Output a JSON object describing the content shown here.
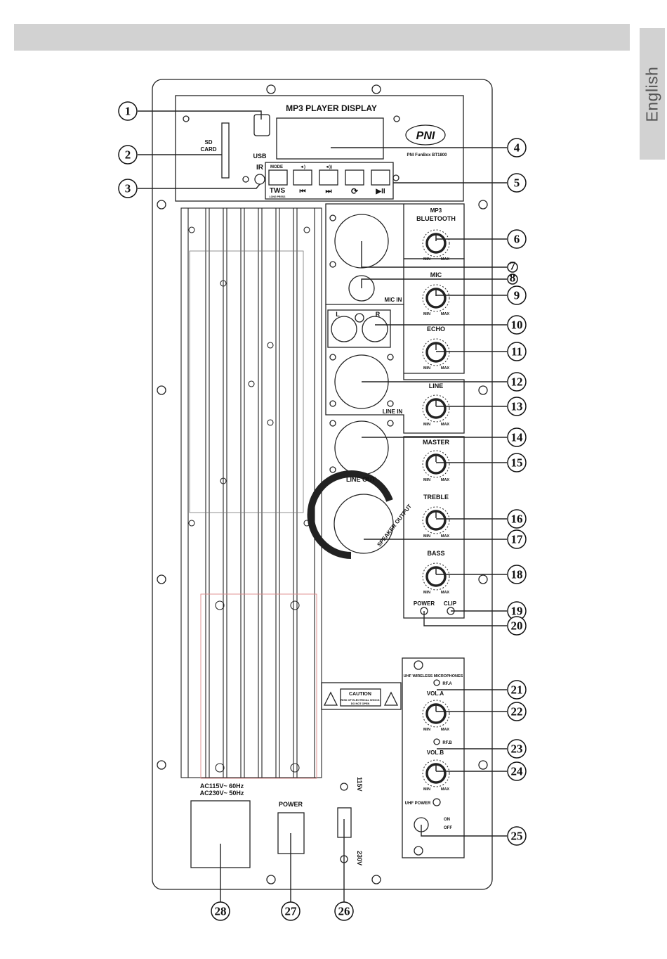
{
  "side_tab": {
    "label": "English"
  },
  "display": {
    "title": "MP3 PLAYER DISPLAY",
    "usb": "USB",
    "ir": "IR",
    "sd_line1": "SD",
    "sd_line2": "CARD",
    "logo": "PNI",
    "model": "PNI FunBox BT1800",
    "buttons": {
      "mode": "MODE",
      "tws": "TWS",
      "tws_sub": "LONG PRESS",
      "vol_down": "◄)",
      "vol_up": "◄))",
      "prev": "⏮",
      "next": "⏭",
      "repeat": "⟳",
      "play_pause": "▶II"
    }
  },
  "knobs": {
    "min": "MIN",
    "max": "MAX",
    "mp3": "MP3",
    "bluetooth": "BLUETOOTH",
    "mic": "MIC",
    "echo": "ECHO",
    "line": "LINE",
    "master": "MASTER",
    "treble": "TREBLE",
    "bass": "BASS"
  },
  "jacks": {
    "mic_in": "MIC IN",
    "l": "L",
    "r": "R",
    "line_in": "LINE IN",
    "line_out": "LINE OUT",
    "speaker_output": "SPEAKER OUTPUT"
  },
  "leds": {
    "power": "POWER",
    "clip": "CLIP"
  },
  "caution": {
    "title": "CAUTION",
    "line1": "RISK OF ELECTRICAL SHOCK",
    "line2": "DO NOT OPEN"
  },
  "uhf": {
    "title": "UHF WIRELESS MICROPHONES",
    "rfa": "RF.A",
    "vola": "VOL.A",
    "rfb": "RF.B",
    "volb": "VOL.B",
    "uhf_power": "UHF POWER",
    "on": "ON",
    "off": "OFF"
  },
  "power_section": {
    "ac1": "AC115V~ 60Hz",
    "ac2": "AC230V~ 50Hz",
    "power": "POWER",
    "v115": "115V",
    "v230": "230V"
  },
  "callouts": [
    "1",
    "2",
    "3",
    "4",
    "5",
    "6",
    "7",
    "8",
    "9",
    "10",
    "11",
    "12",
    "13",
    "14",
    "15",
    "16",
    "17",
    "18",
    "19",
    "20",
    "21",
    "22",
    "23",
    "24",
    "25",
    "26",
    "27",
    "28"
  ]
}
